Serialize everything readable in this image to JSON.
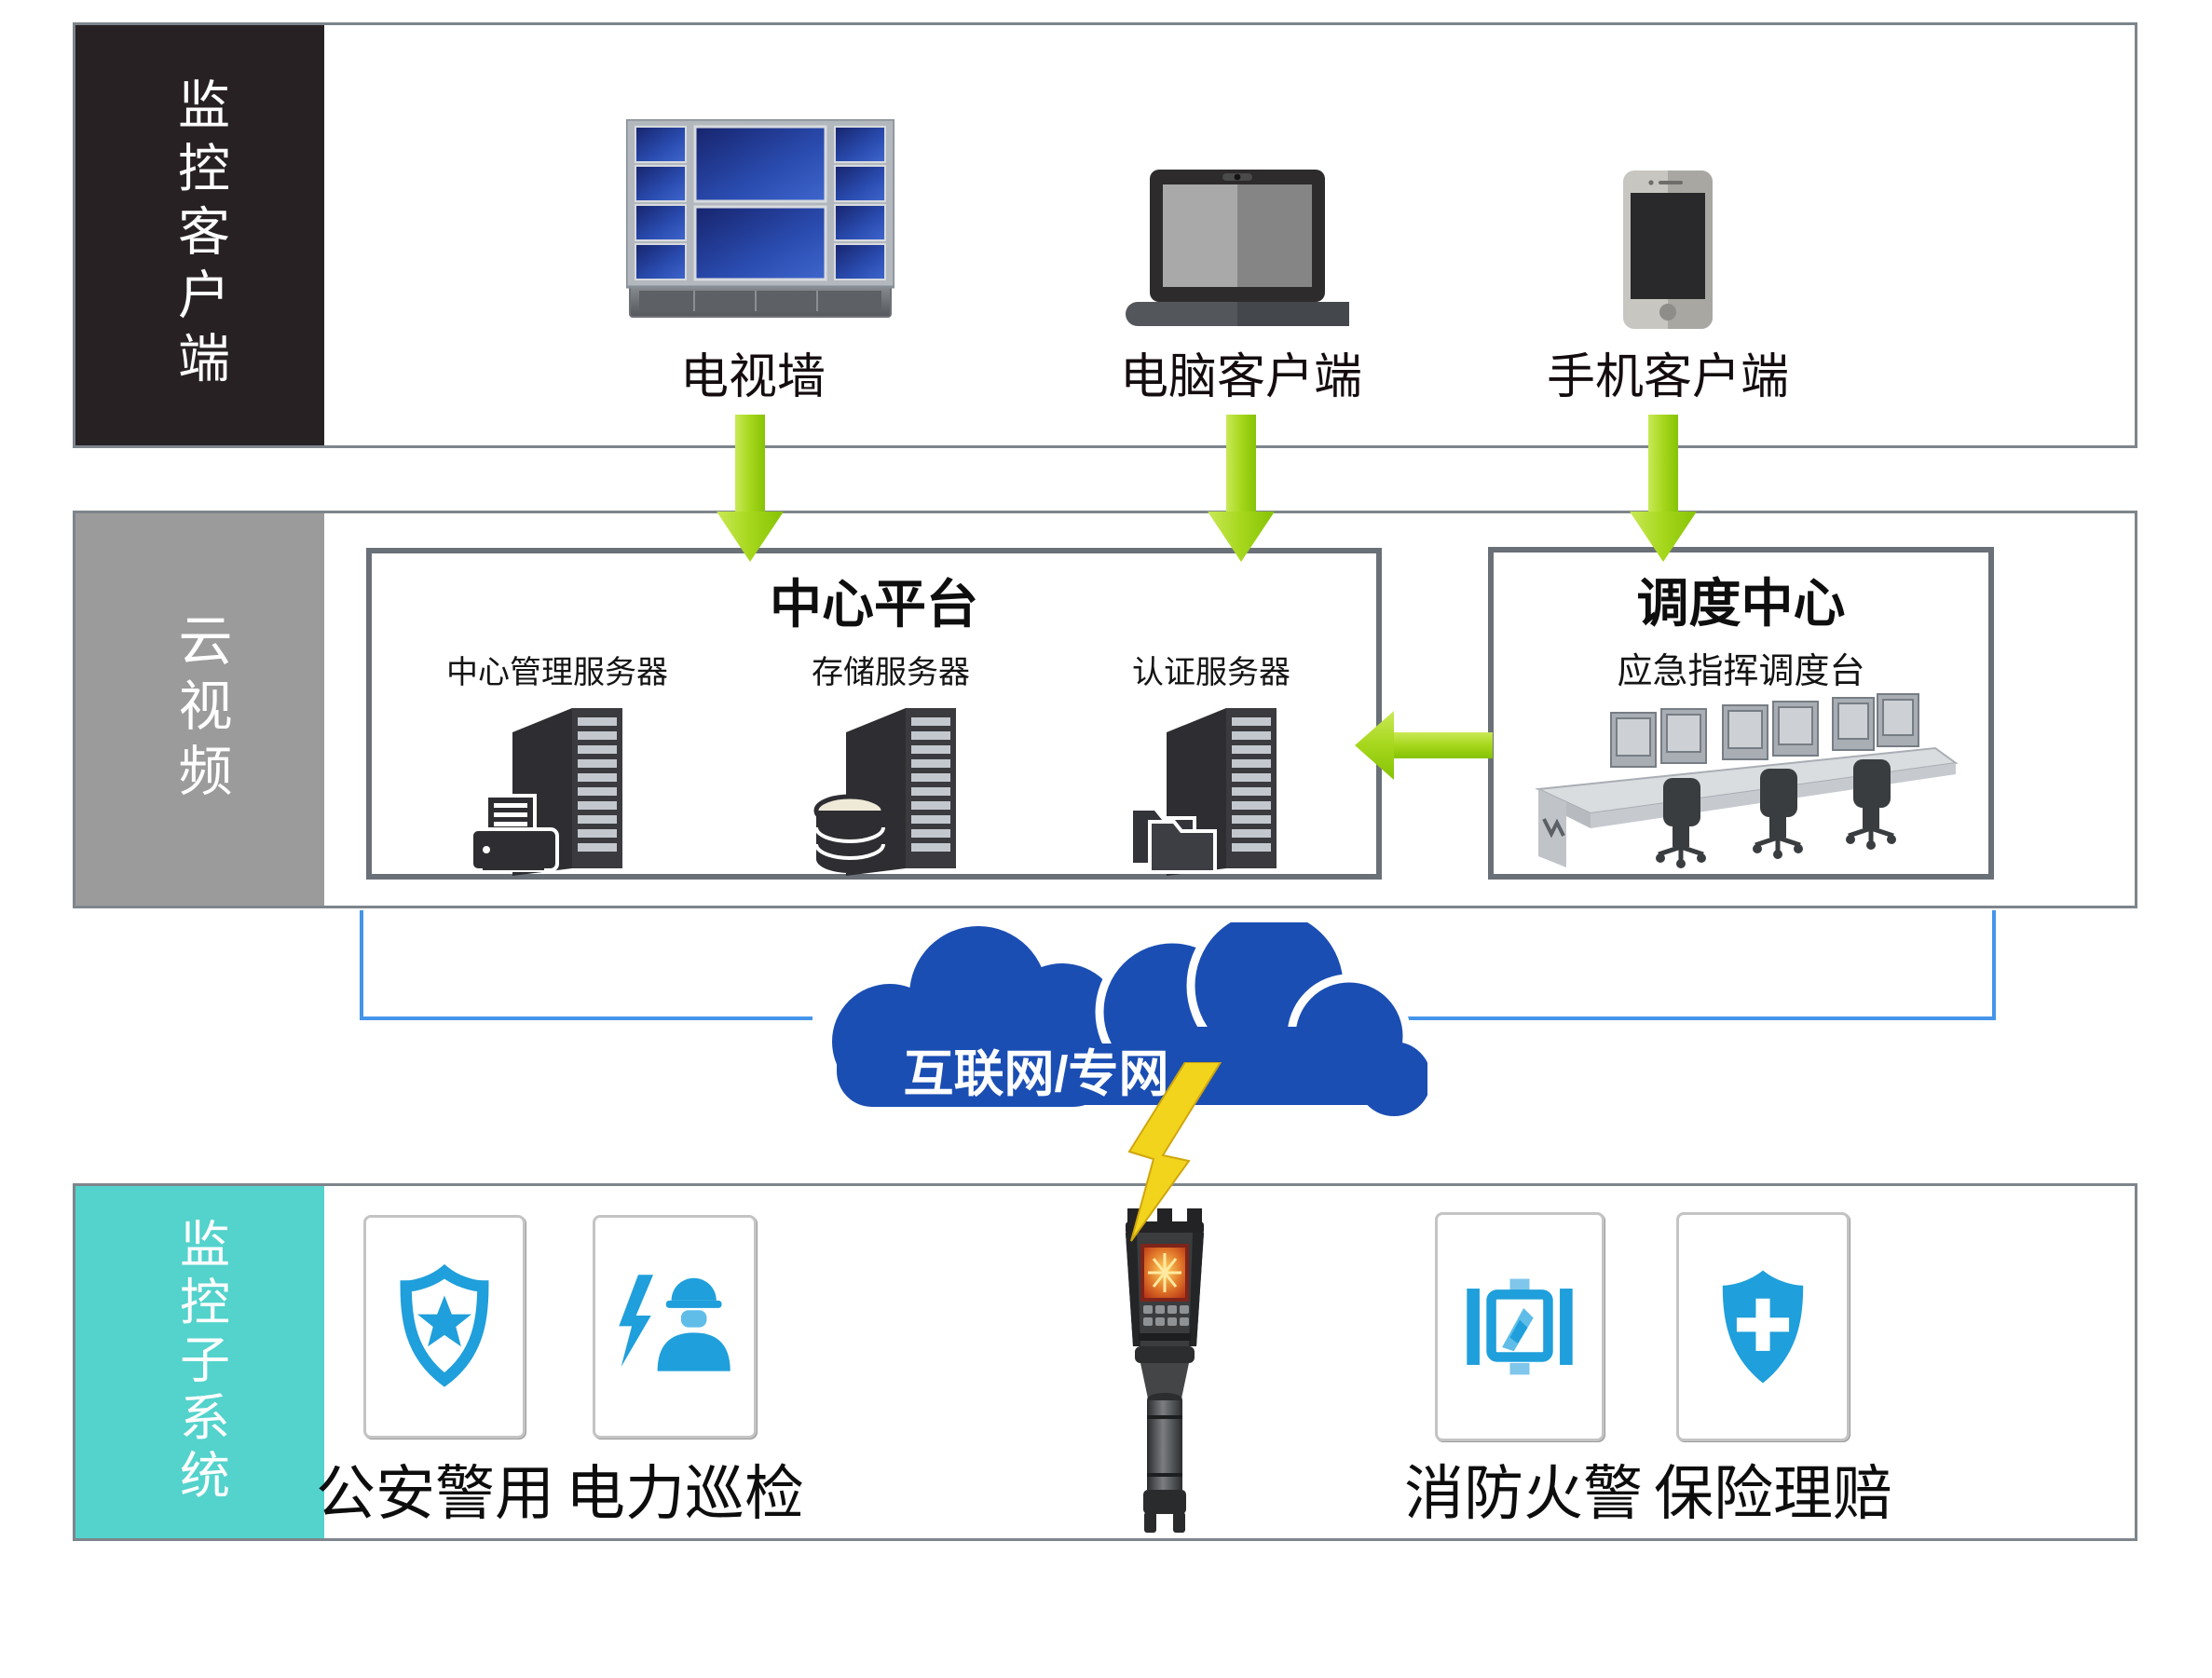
{
  "colors": {
    "sidebar_clients": "#272123",
    "sidebar_cloud_video": "#9b9b9b",
    "sidebar_subsystems": "#54d2cc",
    "row_border": "#7e858c",
    "box_border": "#6a7077",
    "arrow_green": "#9ed313",
    "cloud_blue": "#1b4eb3",
    "connector_blue": "#4495ea",
    "subsystem_icon_blue": "#1f9fdb",
    "lightning_yellow": "#f2d41d",
    "screen_blue": "#2a4cb0"
  },
  "sections": {
    "clients": {
      "sidebar_label": "监控客户端",
      "items": [
        {
          "label": "电视墙",
          "icon": "tv-wall-icon"
        },
        {
          "label": "电脑客户端",
          "icon": "laptop-icon"
        },
        {
          "label": "手机客户端",
          "icon": "smartphone-icon"
        }
      ]
    },
    "cloud_video": {
      "sidebar_label": "云视频",
      "center_platform": {
        "title": "中心平台",
        "servers": [
          {
            "label": "中心管理服务器",
            "icon": "server-printer-icon"
          },
          {
            "label": "存储服务器",
            "icon": "server-database-icon"
          },
          {
            "label": "认证服务器",
            "icon": "server-folders-icon"
          }
        ]
      },
      "dispatch_center": {
        "title": "调度中心",
        "subtitle": "应急指挥调度台",
        "icon": "dispatch-console-icon"
      }
    },
    "network": {
      "cloud_label": "互联网/专网",
      "icon": "cloud-icon"
    },
    "subsystems": {
      "sidebar_label": "监控子系统",
      "items": [
        {
          "label": "公安警用",
          "icon": "police-shield-icon"
        },
        {
          "label": "电力巡检",
          "icon": "power-inspection-icon"
        },
        {
          "label": "消防火警",
          "icon": "fire-alarm-icon"
        },
        {
          "label": "保险理赔",
          "icon": "insurance-shield-icon"
        }
      ],
      "device_icon": "patrol-flashlight-icon"
    }
  }
}
